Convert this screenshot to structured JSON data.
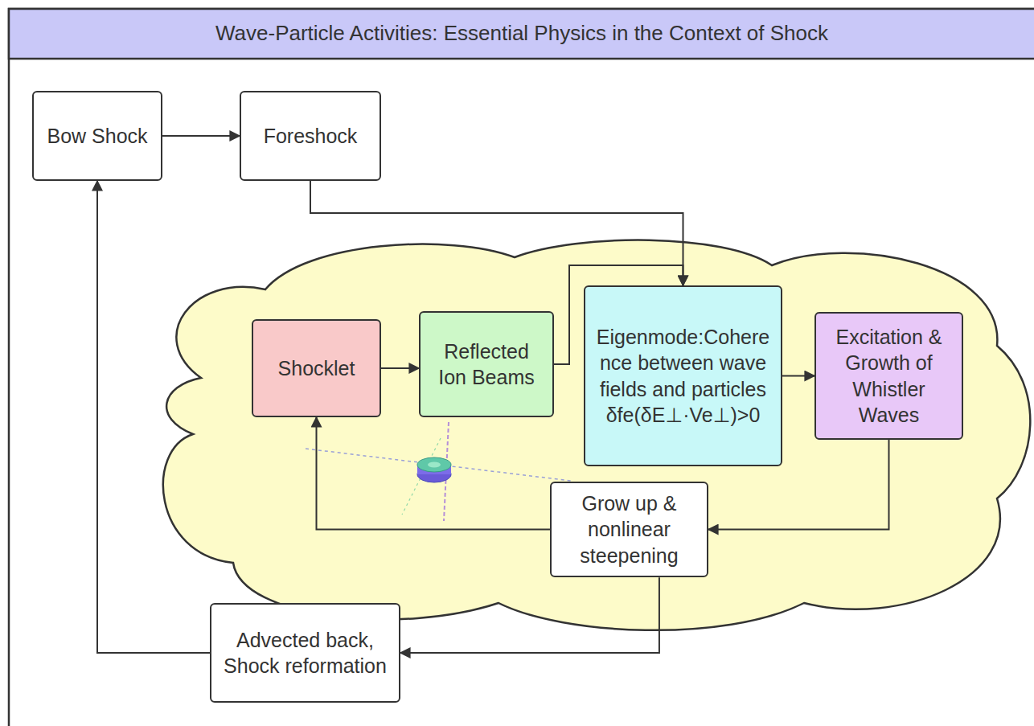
{
  "diagram": {
    "title": "Wave-Particle Activities: Essential Physics in the Context of Shock",
    "nodes": [
      {
        "text": [
          "Bow Shock"
        ]
      },
      {
        "text": [
          "Foreshock"
        ]
      },
      {
        "text": [
          "Shocklet"
        ]
      },
      {
        "text": [
          "Reflected Ion Beams"
        ]
      },
      {
        "text": [
          "Eigenmode:Coherence between wave fields and particles δfe(δE⊥·Ve⊥)>0"
        ]
      },
      {
        "text": [
          "Excitation & Growth of Whistler Waves"
        ]
      },
      {
        "text": [
          "Grow up & nonlinear steepening"
        ]
      },
      {
        "text": [
          "Advected back, Shock reformation"
        ]
      }
    ],
    "edges": [
      {
        "from": 0,
        "to": 1,
        "arrow": "to"
      },
      {
        "from": 1,
        "to": 4,
        "arrow": "to"
      },
      {
        "from": 2,
        "to": 3,
        "arrow": "to"
      },
      {
        "from": 3,
        "to": 4,
        "arrow": "to"
      },
      {
        "from": 4,
        "to": 5,
        "arrow": "to"
      },
      {
        "from": 5,
        "to": 6,
        "arrow": "to"
      },
      {
        "from": 6,
        "to": 2,
        "arrow": "to"
      },
      {
        "from": 6,
        "to": 7,
        "arrow": "to"
      },
      {
        "from": 7,
        "to": 0,
        "arrow": "to"
      }
    ]
  }
}
